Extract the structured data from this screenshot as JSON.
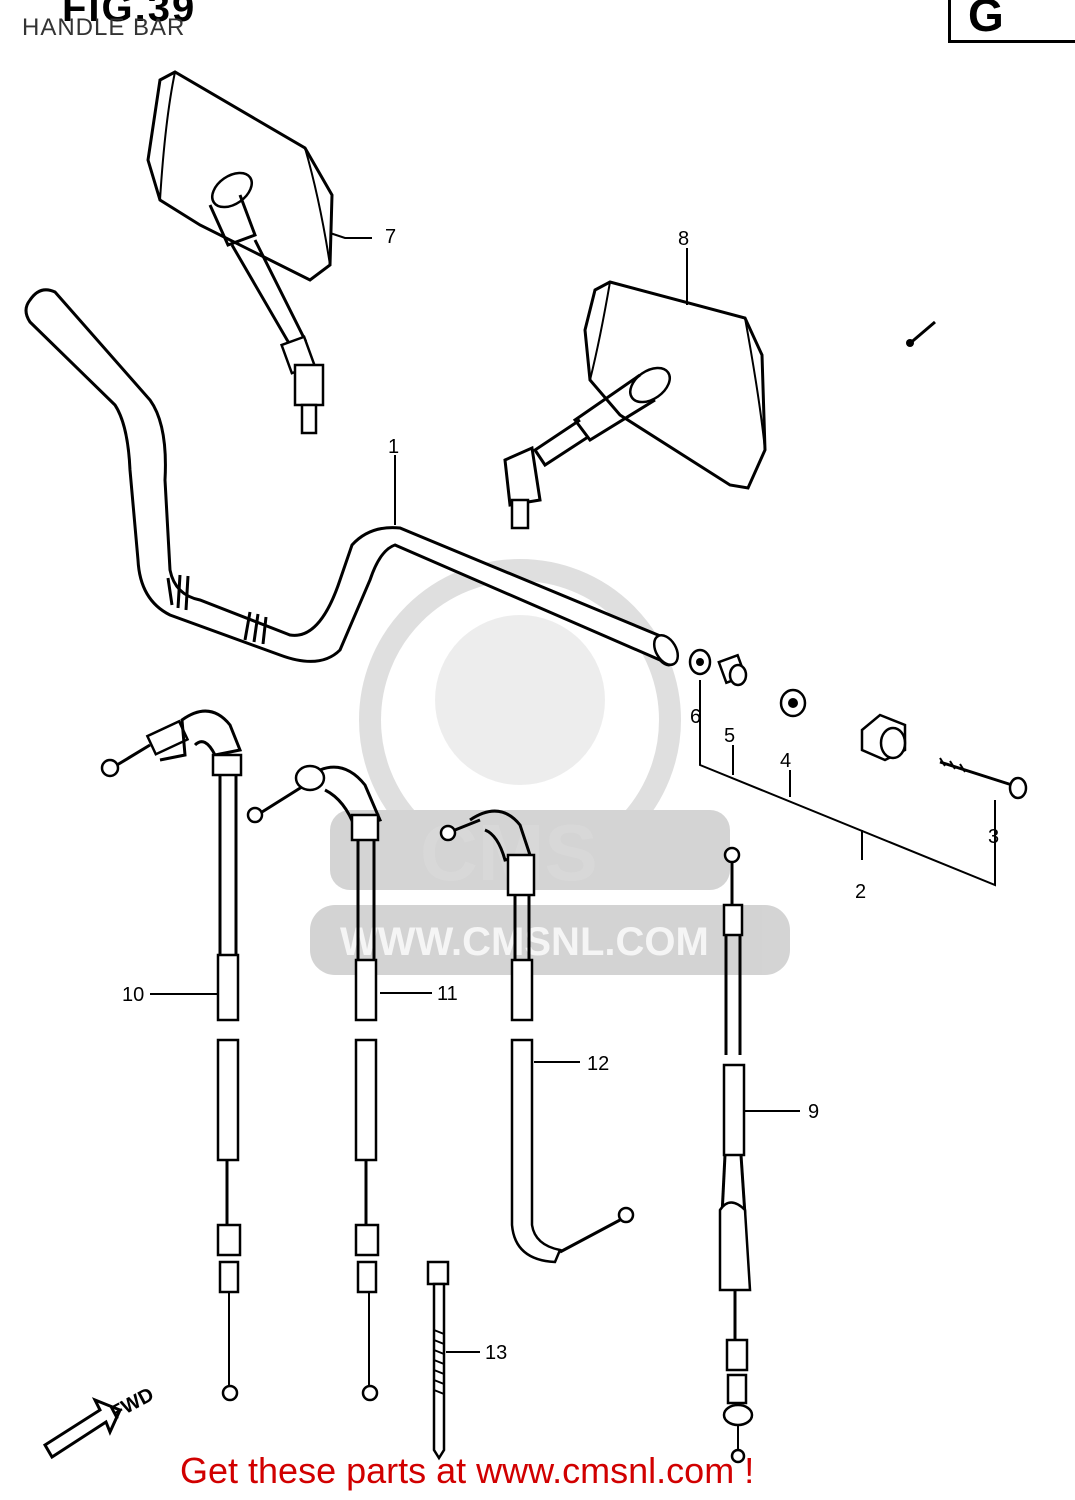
{
  "header": {
    "figure_label": "FIG.39",
    "subtitle": "HANDLE BAR",
    "section_code": "G"
  },
  "callouts": [
    "1",
    "2",
    "3",
    "4",
    "5",
    "6",
    "7",
    "8",
    "9",
    "10",
    "11",
    "12",
    "13"
  ],
  "fwd_label": "FWD",
  "watermark": {
    "logo_text": "CMS",
    "url_text": "WWW.CMSNL.COM"
  },
  "footer": {
    "text": "Get these parts at www.cmsnl.com !",
    "color": "#d10000"
  }
}
